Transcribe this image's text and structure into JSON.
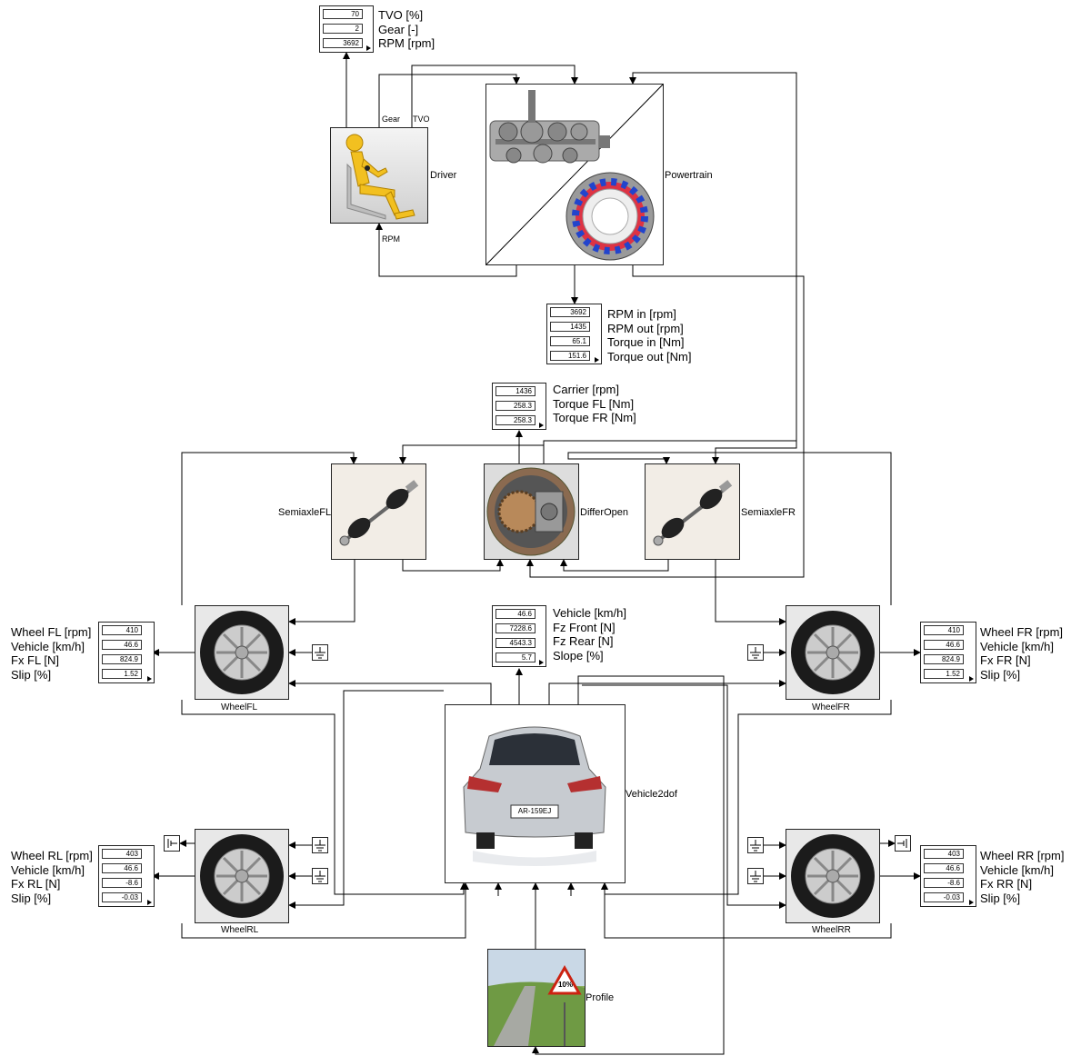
{
  "blocks": {
    "driver": "Driver",
    "powertrain": "Powertrain",
    "semiaxle_fl": "SemiaxleFL",
    "differ_open": "DifferOpen",
    "semiaxle_fr": "SemiaxleFR",
    "wheel_fl": "WheelFL",
    "wheel_fr": "WheelFR",
    "wheel_rl": "WheelRL",
    "wheel_rr": "WheelRR",
    "vehicle2dof": "Vehicle2dof",
    "profile": "Profile"
  },
  "ports": {
    "gear": "Gear",
    "tvo": "TVO",
    "rpm": "RPM"
  },
  "car_plate": "AR-159EJ",
  "slope_sign": "10%",
  "displays": {
    "driver": {
      "values": [
        "70",
        "2",
        "3692"
      ],
      "labels": [
        "TVO [%]",
        "Gear [-]",
        "RPM [rpm]"
      ]
    },
    "powertrain": {
      "values": [
        "3692",
        "1435",
        "65.1",
        "151.6"
      ],
      "labels": [
        "RPM in [rpm]",
        "RPM out [rpm]",
        "Torque in [Nm]",
        "Torque out [Nm]"
      ]
    },
    "differential": {
      "values": [
        "1436",
        "258.3",
        "258.3"
      ],
      "labels": [
        "Carrier [rpm]",
        "Torque FL [Nm]",
        "Torque FR [Nm]"
      ]
    },
    "vehicle": {
      "values": [
        "46.6",
        "7228.6",
        "4543.3",
        "5.7"
      ],
      "labels": [
        "Vehicle [km/h]",
        "Fz Front [N]",
        "Fz Rear [N]",
        "Slope [%]"
      ]
    },
    "wheel_fl": {
      "values": [
        "410",
        "46.6",
        "824.9",
        "1.52"
      ],
      "labels": [
        "Wheel FL [rpm]",
        "Vehicle [km/h]",
        "Fx FL [N]",
        "Slip [%]"
      ]
    },
    "wheel_fr": {
      "values": [
        "410",
        "46.6",
        "824.9",
        "1.52"
      ],
      "labels": [
        "Wheel FR [rpm]",
        "Vehicle [km/h]",
        "Fx FR [N]",
        "Slip [%]"
      ]
    },
    "wheel_rl": {
      "values": [
        "403",
        "46.6",
        "-8.6",
        "-0.03"
      ],
      "labels": [
        "Wheel RL [rpm]",
        "Vehicle [km/h]",
        "Fx RL [N]",
        "Slip [%]"
      ]
    },
    "wheel_rr": {
      "values": [
        "403",
        "46.6",
        "-8.6",
        "-0.03"
      ],
      "labels": [
        "Wheel RR [rpm]",
        "Vehicle [km/h]",
        "Fx RR [N]",
        "Slip [%]"
      ]
    }
  }
}
